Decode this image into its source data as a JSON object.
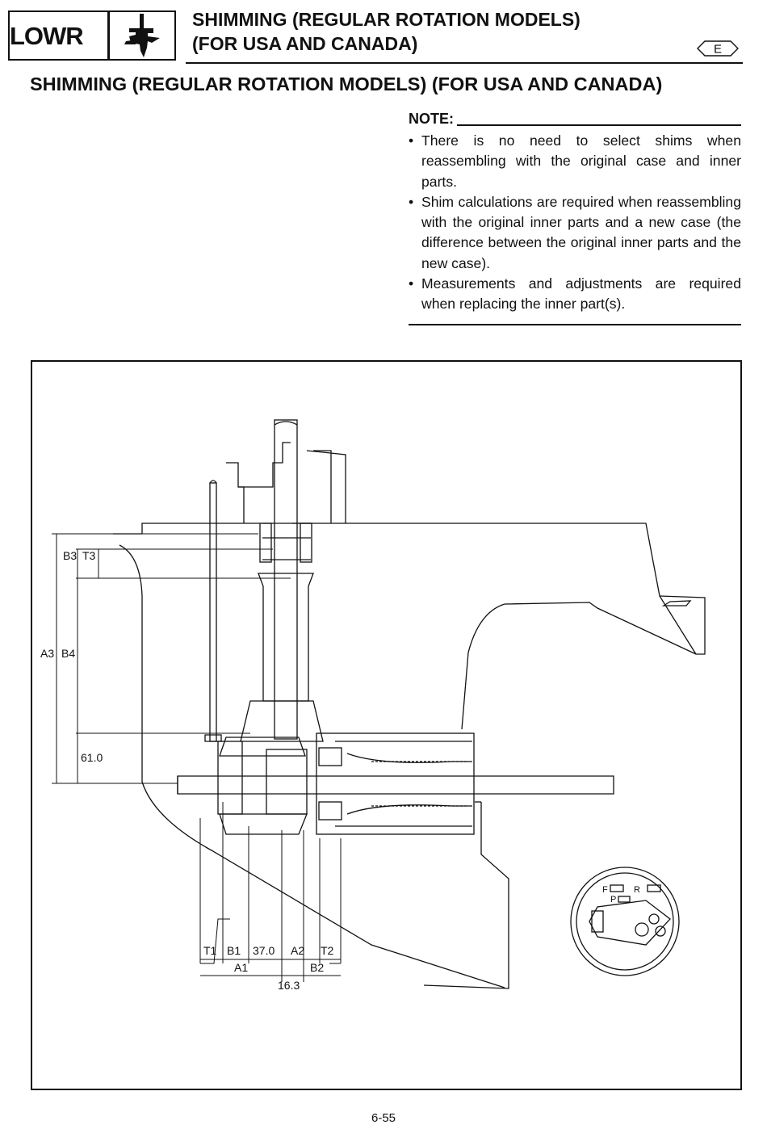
{
  "header": {
    "tag": "LOWR",
    "tag_icon": "lower-unit-icon",
    "title_line1": "SHIMMING (REGULAR ROTATION MODELS)",
    "title_line2": "(FOR USA AND CANADA)",
    "language": "E"
  },
  "section_title": "SHIMMING (REGULAR ROTATION MODELS) (FOR USA AND CANADA)",
  "note": {
    "label": "NOTE:",
    "items": [
      "There is no need to select shims when reassembling with the original case and inner parts.",
      "Shim calculations are required when reassembling with the original inner parts and a new case (the difference between the original inner parts and the new case).",
      "Measurements and adjustments are required when replacing the inner part(s)."
    ]
  },
  "figure": {
    "dim_left": {
      "b3": "B3",
      "t3": "T3",
      "a3": "A3",
      "b4": "B4",
      "d61": "61.0"
    },
    "dim_bottom": {
      "t1": "T1",
      "b1": "B1",
      "d37": "37.0",
      "a2": "A2",
      "t2": "T2",
      "a1": "A1",
      "b2": "B2",
      "d16": "16.3"
    },
    "inset": {
      "f": "F",
      "r": "R",
      "p": "P"
    }
  },
  "page_number": "6-55"
}
